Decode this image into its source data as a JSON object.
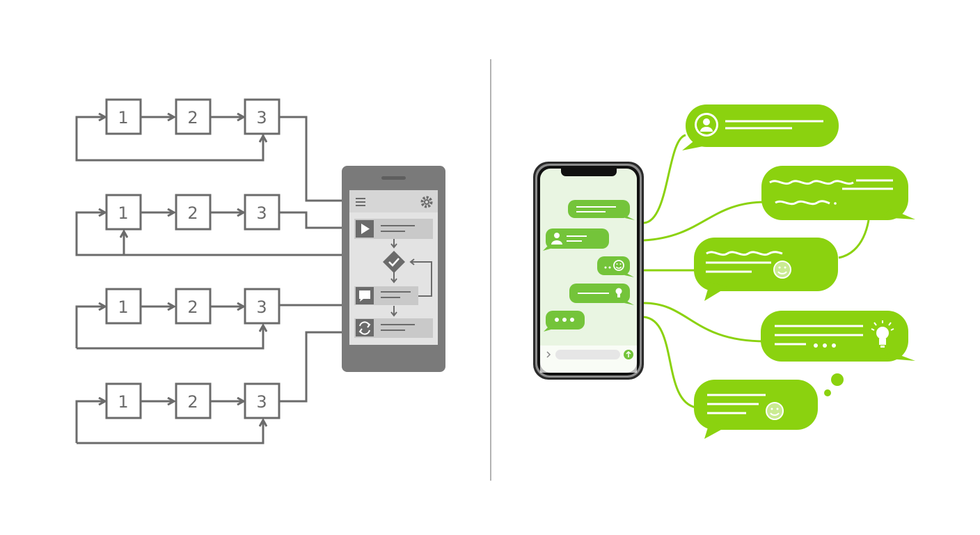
{
  "left_panel": {
    "flows": [
      {
        "steps": [
          "1",
          "2",
          "3"
        ]
      },
      {
        "steps": [
          "1",
          "2",
          "3"
        ]
      },
      {
        "steps": [
          "1",
          "2",
          "3"
        ]
      },
      {
        "steps": [
          "1",
          "2",
          "3"
        ]
      }
    ]
  },
  "colors": {
    "gray_line": "#6b6b6b",
    "phone_gray": "#7a7a7a",
    "accent_green": "#8bd20f",
    "chat_green": "#74c43a"
  },
  "icons": [
    "menu-icon",
    "gear-icon",
    "play-icon",
    "check-diamond-icon",
    "chat-icon",
    "refresh-icon",
    "user-icon",
    "smiley-icon",
    "lightbulb-icon",
    "send-icon"
  ]
}
